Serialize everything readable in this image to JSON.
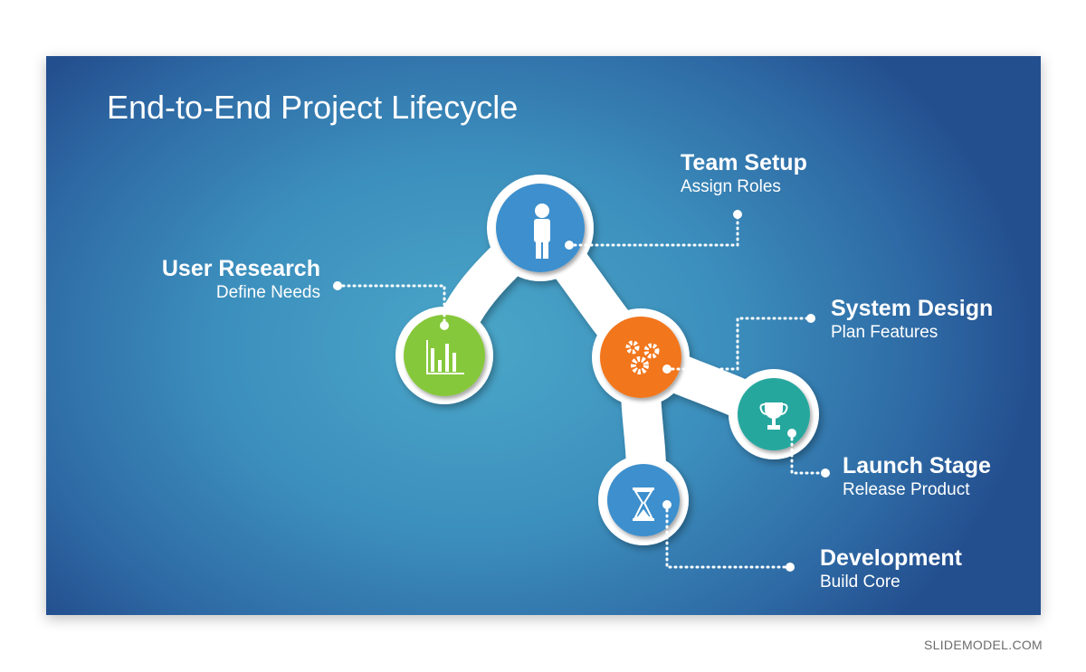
{
  "title": "End-to-End Project Lifecycle",
  "stages": [
    {
      "heading": "Team Setup",
      "sub": "Assign Roles",
      "icon": "person-icon",
      "color": "#3e8fcd"
    },
    {
      "heading": "User Research",
      "sub": "Define Needs",
      "icon": "bar-chart-icon",
      "color": "#86c83a"
    },
    {
      "heading": "System Design",
      "sub": "Plan Features",
      "icon": "gears-icon",
      "color": "#f2761f"
    },
    {
      "heading": "Launch Stage",
      "sub": "Release Product",
      "icon": "trophy-icon",
      "color": "#26a79e"
    },
    {
      "heading": "Development",
      "sub": "Build Core",
      "icon": "hourglass-icon",
      "color": "#3e8fcd"
    }
  ],
  "watermark": "SLIDEMODEL.COM"
}
